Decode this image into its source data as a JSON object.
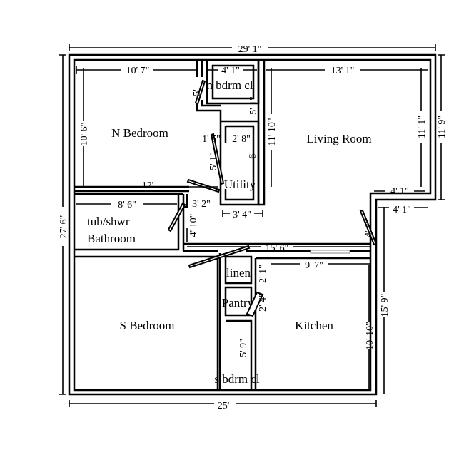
{
  "rooms": {
    "n_bedroom": "N Bedroom",
    "n_bdrm_closet": "n bdrm cl",
    "utility": "Utility",
    "living_room": "Living Room",
    "bathroom": "Bathroom",
    "tub_shower": "tub/shwr",
    "s_bedroom": "S Bedroom",
    "linen": "linen",
    "pantry": "Pantry",
    "s_bdrm_closet": "s bdrm cl",
    "kitchen": "Kitchen"
  },
  "dimensions": {
    "overall_width_top": "29' 1\"",
    "overall_width_bottom": "25'",
    "overall_depth_left": "27' 6\"",
    "right_upper": "11' 9\"",
    "right_lower": "15' 9\"",
    "n_bedroom_width": "10' 7\"",
    "n_bedroom_depth": "10' 6\"",
    "n_bedroom_bottom": "12'",
    "n_closet_width": "4' 1\"",
    "n_closet_left": "5'",
    "n_closet_right": "5' 1\"",
    "utility_door": "1' 5\"",
    "utility_width": "2' 8\"",
    "utility_left": "5' 1\"",
    "utility_right": "6'",
    "utility_bottom": "3' 4\"",
    "living_width": "13' 1\"",
    "living_depth_left": "11' 10\"",
    "living_depth_right": "11' 1\"",
    "entry_step_top": "4' 1\"",
    "entry_step_bottom": "4' 1\"",
    "entry_door": "4' 7\"",
    "bathroom_width": "8' 6\"",
    "hall_width": "3' 2\"",
    "hall_depth": "4' 10\"",
    "hall_length": "15' 6\"",
    "kitchen_width": "9' 7\"",
    "kitchen_depth": "10' 10\"",
    "linen_depth": "2' 1\"",
    "pantry_depth": "2' 4\"",
    "s_closet_depth": "5' 9\""
  }
}
